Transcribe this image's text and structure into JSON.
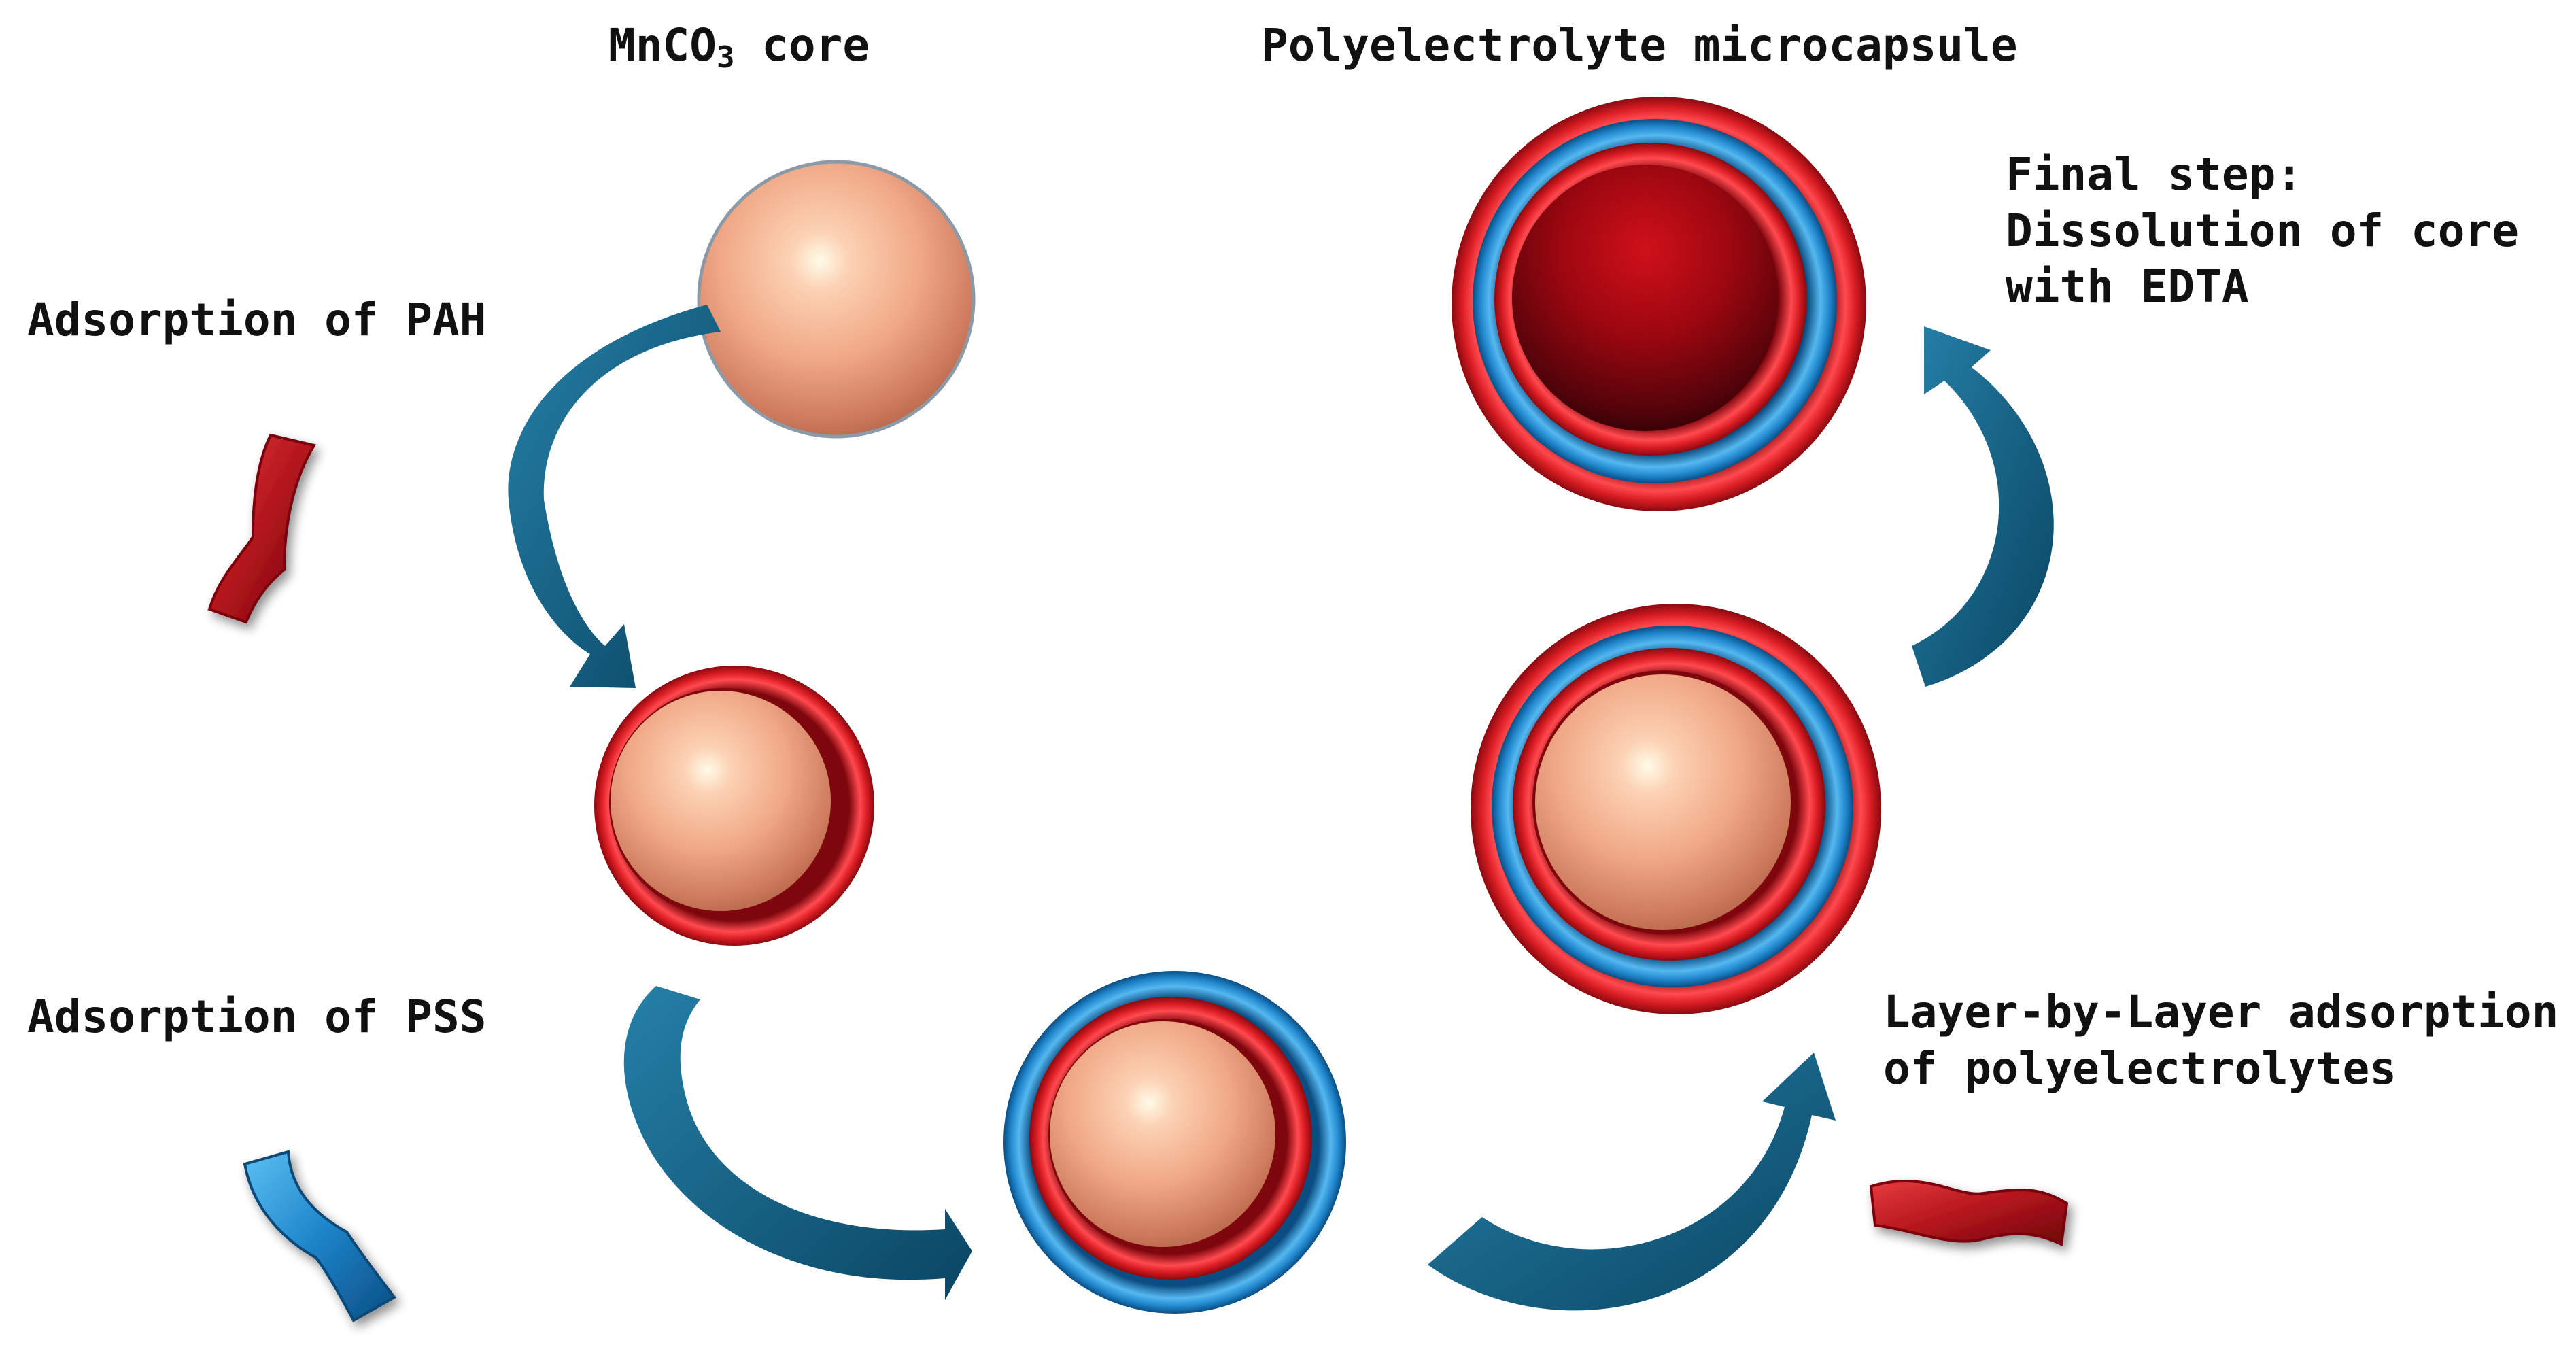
{
  "labels": {
    "core_prefix": "MnCO",
    "core_subscript": "3",
    "core_suffix": " core",
    "microcapsule": "Polyelectrolyte microcapsule",
    "final_step_line1": "Final step:",
    "final_step_line2": "Dissolution of core",
    "final_step_line3": "with EDTA",
    "adsorption_pah": "Adsorption of PAH",
    "adsorption_pss": "Adsorption of PSS",
    "lbl_line1": "Layer-by-Layer adsorption",
    "lbl_line2": "of polyelectrolytes"
  },
  "colors": {
    "core": "#f3ab8e",
    "pah_layer": "#d41f24",
    "pss_layer": "#1f8bd4",
    "arrow": "#0e5878",
    "capsule_interior": "#8e0810"
  }
}
